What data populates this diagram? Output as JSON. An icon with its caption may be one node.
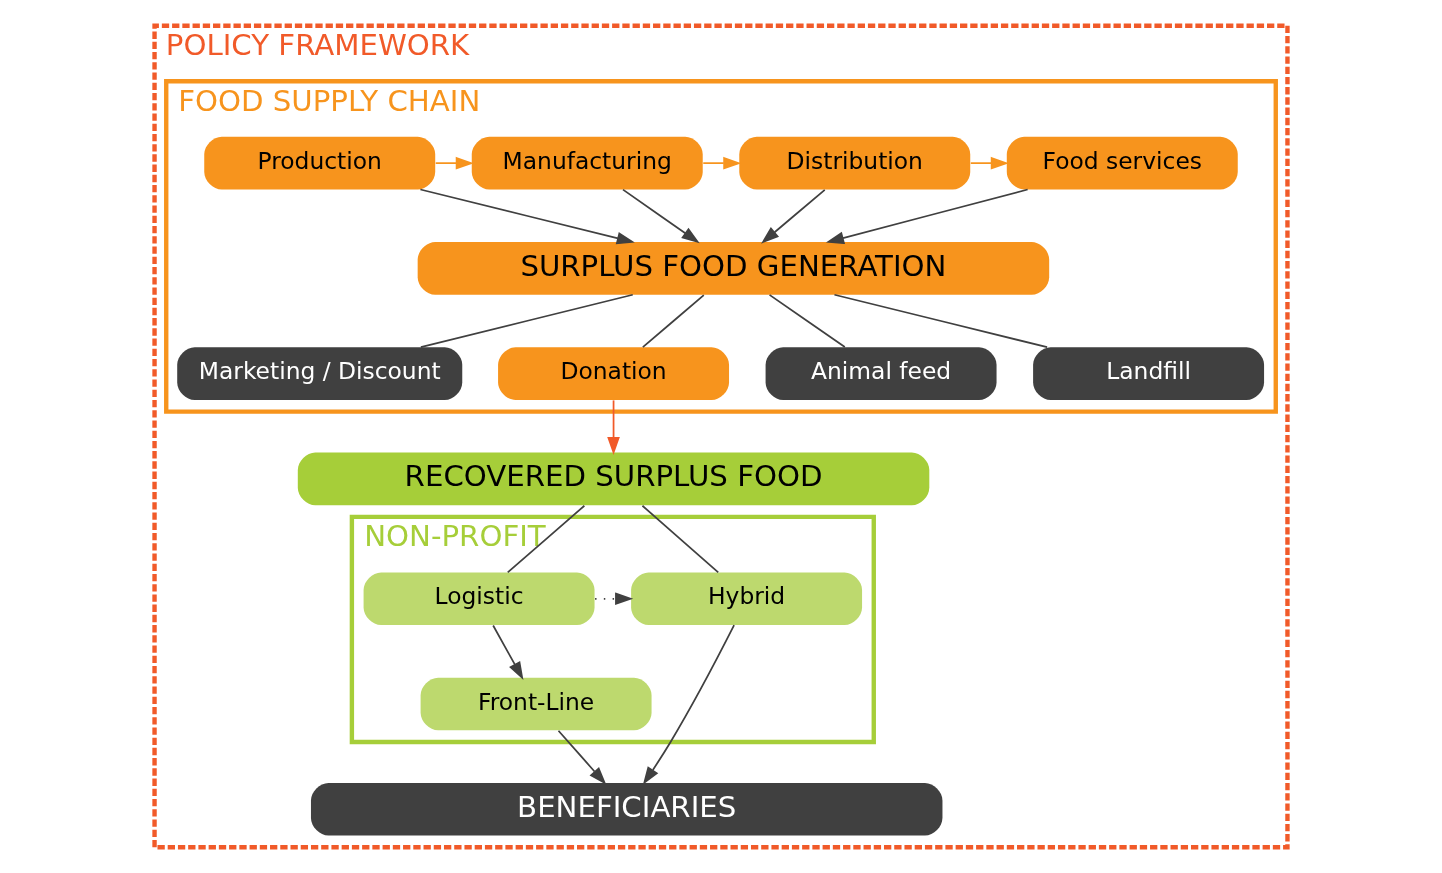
{
  "diagram": {
    "nodes": [
      {
        "text": [
          "POLICY FRAMEWORK"
        ]
      },
      {
        "text": [
          "FOOD SUPPLY CHAIN"
        ],
        "in": 0
      },
      {
        "text": [
          "Production"
        ],
        "in": 1
      },
      {
        "text": [
          "Manufacturing"
        ],
        "in": 1
      },
      {
        "text": [
          "Distribution"
        ],
        "in": 1
      },
      {
        "text": [
          "Food services"
        ],
        "in": 1
      },
      {
        "text": [
          "SURPLUS FOOD GENERATION"
        ],
        "in": 1
      },
      {
        "text": [
          "Marketing / Discount"
        ],
        "in": 1
      },
      {
        "text": [
          "Donation"
        ],
        "in": 1
      },
      {
        "text": [
          "Animal feed"
        ],
        "in": 1
      },
      {
        "text": [
          "Landfill"
        ],
        "in": 1
      },
      {
        "text": [
          "RECOVERED SURPLUS FOOD"
        ],
        "in": 0
      },
      {
        "text": [
          "NON-PROFIT"
        ],
        "in": 0
      },
      {
        "text": [
          "Logistic"
        ],
        "in": 12
      },
      {
        "text": [
          "Hybrid"
        ],
        "in": 12
      },
      {
        "text": [
          "Front-Line"
        ],
        "in": 12
      },
      {
        "text": [
          "BENEFICIARIES"
        ],
        "in": 0
      }
    ],
    "edges": [
      {
        "from": 2,
        "to": 3,
        "arrow": "to",
        "color": "#f7941d"
      },
      {
        "from": 3,
        "to": 4,
        "arrow": "to",
        "color": "#f7941d"
      },
      {
        "from": 4,
        "to": 5,
        "arrow": "to",
        "color": "#f7941d"
      },
      {
        "from": 2,
        "to": 6,
        "arrow": "to"
      },
      {
        "from": 3,
        "to": 6,
        "arrow": "to"
      },
      {
        "from": 4,
        "to": 6,
        "arrow": "to"
      },
      {
        "from": 5,
        "to": 6,
        "arrow": "to"
      },
      {
        "from": 6,
        "to": 7,
        "arrow": "none"
      },
      {
        "from": 6,
        "to": 8,
        "arrow": "none"
      },
      {
        "from": 6,
        "to": 9,
        "arrow": "none"
      },
      {
        "from": 6,
        "to": 10,
        "arrow": "none"
      },
      {
        "from": 8,
        "to": 11,
        "arrow": "to",
        "color": "#f15a29"
      },
      {
        "from": 11,
        "to": 13,
        "arrow": "none"
      },
      {
        "from": 11,
        "to": 14,
        "arrow": "none"
      },
      {
        "from": 13,
        "to": 14,
        "arrow": "to",
        "style": "dashed"
      },
      {
        "from": 13,
        "to": 15,
        "arrow": "to"
      },
      {
        "from": 15,
        "to": 16,
        "arrow": "to"
      },
      {
        "from": 14,
        "to": 16,
        "arrow": "to"
      }
    ]
  }
}
